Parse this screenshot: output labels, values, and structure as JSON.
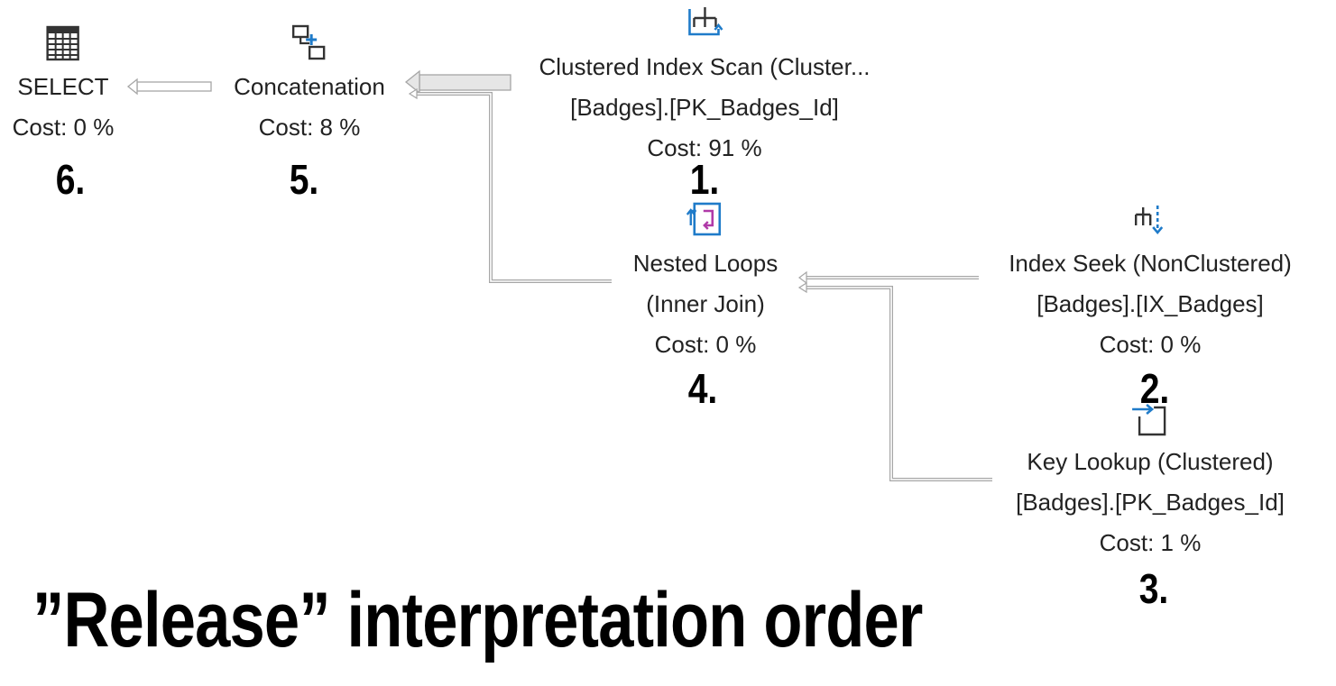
{
  "nodes": {
    "select": {
      "label": "SELECT",
      "cost": "Cost: 0 %",
      "order": "6."
    },
    "concatenation": {
      "label": "Concatenation",
      "cost": "Cost: 8 %",
      "order": "5."
    },
    "clustered_scan": {
      "label": "Clustered Index Scan (Cluster...",
      "object": "[Badges].[PK_Badges_Id]",
      "cost": "Cost: 91 %",
      "order": "1."
    },
    "nested_loops": {
      "label": "Nested Loops",
      "sublabel": "(Inner Join)",
      "cost": "Cost: 0 %",
      "order": "4."
    },
    "index_seek": {
      "label": "Index Seek (NonClustered)",
      "object": "[Badges].[IX_Badges]",
      "cost": "Cost: 0 %",
      "order": "2."
    },
    "key_lookup": {
      "label": "Key Lookup (Clustered)",
      "object": "[Badges].[PK_Badges_Id]",
      "cost": "Cost: 1 %",
      "order": "3."
    }
  },
  "icons": {
    "select": "table-grid-icon",
    "concatenation": "concatenation-icon",
    "clustered_scan": "clustered-index-scan-icon",
    "nested_loops": "nested-loops-icon",
    "index_seek": "index-seek-icon",
    "key_lookup": "key-lookup-icon"
  },
  "caption": "”Release” interpretation order",
  "colors": {
    "icon_blue": "#1f7bc9",
    "icon_magenta": "#b03aa8",
    "arrow_gray": "#a6a6a6",
    "text": "#222222"
  }
}
